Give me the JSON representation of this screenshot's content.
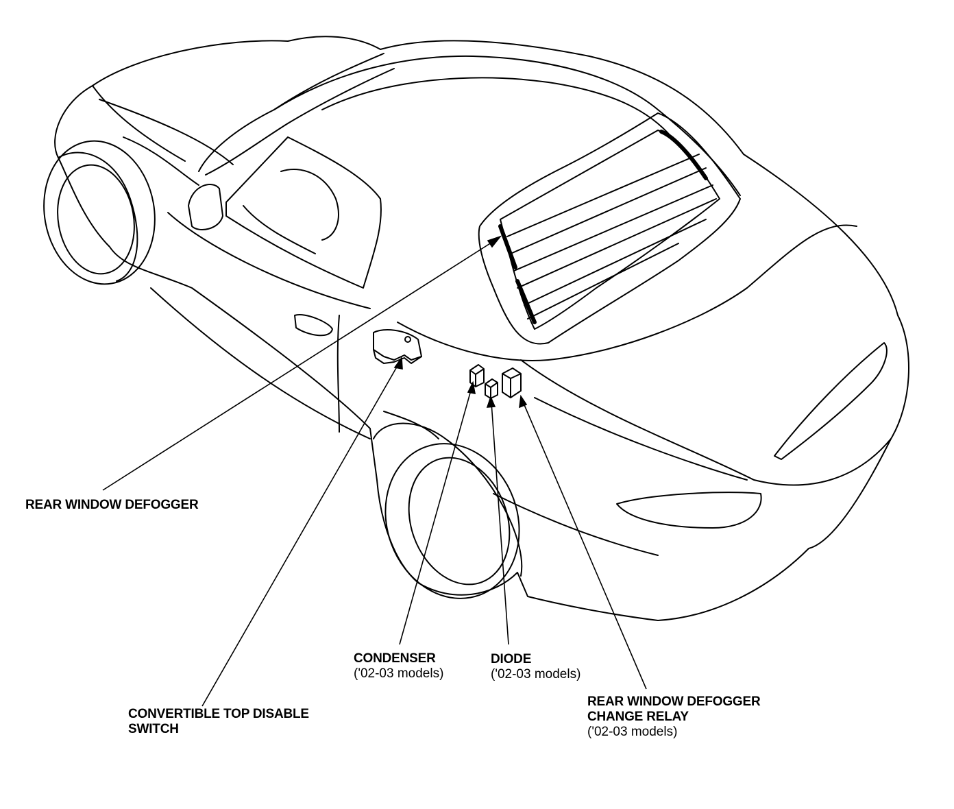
{
  "colors": {
    "ink": "#000000",
    "paper": "#ffffff"
  },
  "callouts": {
    "rear_window_defogger": {
      "title": "REAR WINDOW DEFOGGER"
    },
    "convertible_switch": {
      "line1": "CONVERTIBLE TOP DISABLE",
      "line2": "SWITCH"
    },
    "condenser": {
      "title": "CONDENSER",
      "note": "('02-03 models)"
    },
    "diode": {
      "title": "DIODE",
      "note": "('02-03 models)"
    },
    "relay": {
      "line1": "REAR WINDOW DEFOGGER",
      "line2": "CHANGE RELAY",
      "note": "('02-03 models)"
    }
  }
}
